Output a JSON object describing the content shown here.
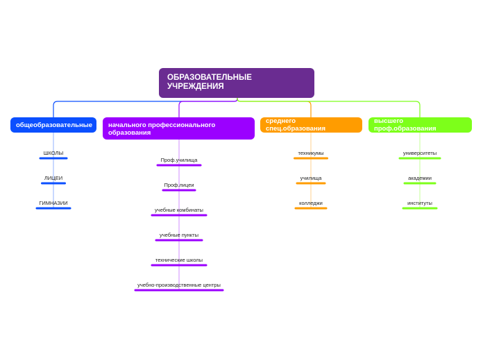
{
  "root": {
    "title": "ОБРАЗОВАТЕЛЬНЫЕ УЧРЕЖДЕНИЯ",
    "color": "#6a2c91"
  },
  "branches": [
    {
      "label": "общеобразовательные",
      "color": "#0b4fff",
      "items": [
        "ШКОЛЫ",
        "ЛИЦЕИ",
        "ГИМНАЗИИ"
      ]
    },
    {
      "label": "начального профессионального образования",
      "color": "#9b00ff",
      "items": [
        "Проф.училища",
        "Проф.лицеи",
        "учебные комбинаты",
        "учебные пункты",
        "технические школы",
        "учебно-производственные центры"
      ]
    },
    {
      "label": "среднего спец.образования",
      "color": "#ff9c00",
      "items": [
        "техникумы",
        "училища",
        "колледжи"
      ]
    },
    {
      "label": "высшего проф.образования",
      "color": "#7dff1a",
      "items": [
        "университеты",
        "академии",
        "институты"
      ]
    }
  ]
}
